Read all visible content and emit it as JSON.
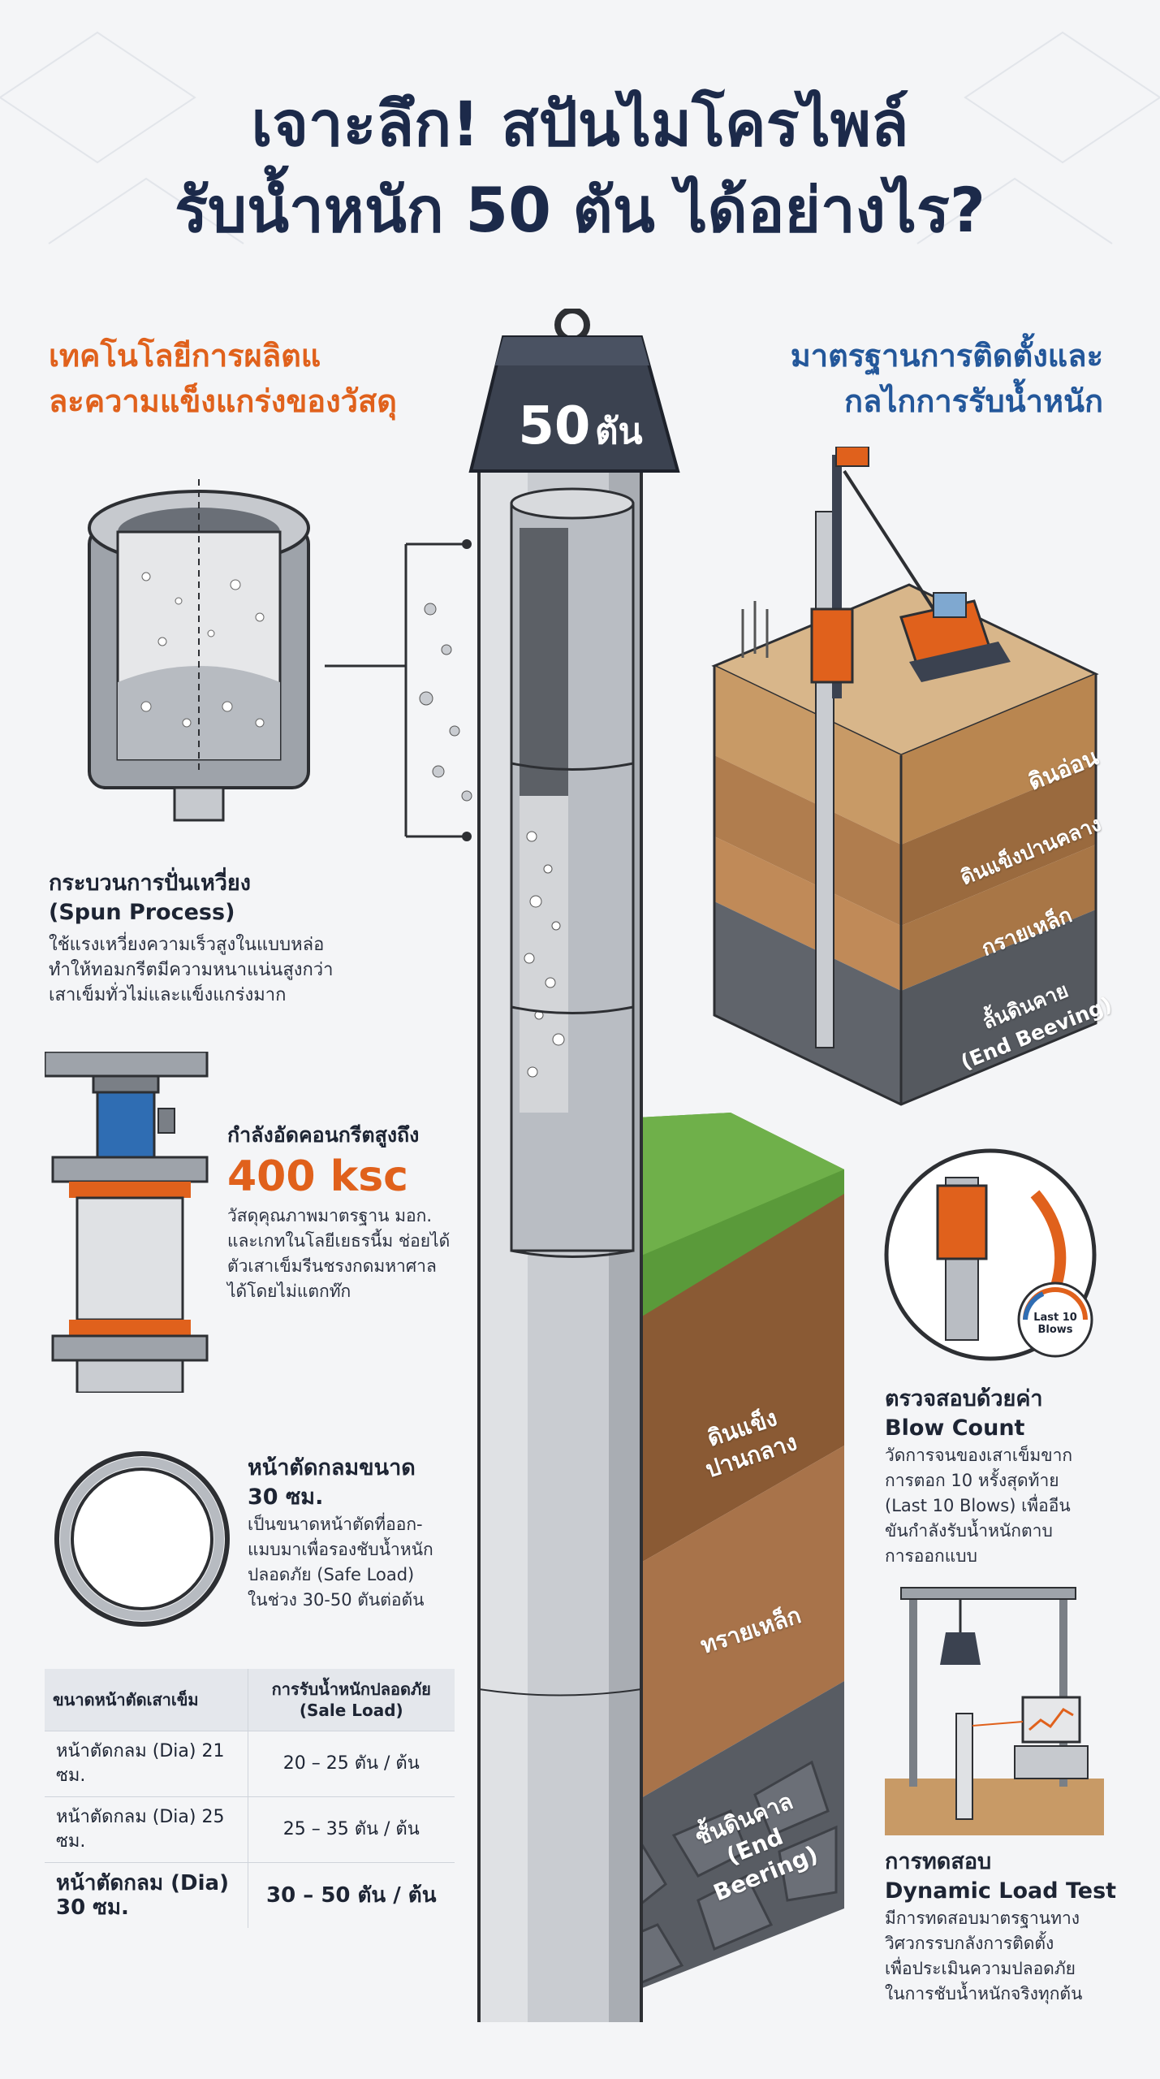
{
  "title": {
    "line1": "เจาะลึก! สปันไมโครไพล์",
    "line2": "รับน้ำหนัก 50 ตัน ได้อย่างไร?"
  },
  "left_heading": {
    "line1": "เทคโนโลยีการผลิตแ",
    "line2": "ละความแข็งแกร่งของวัสดุ"
  },
  "right_heading": {
    "line1": "มาตรฐานการติดตั้งและ",
    "line2": "กลไกการรับน้ำหนัก"
  },
  "weight": {
    "value": "50",
    "unit": "ตัน"
  },
  "spun_process": {
    "title_th": "กระบวนการปั่นเหวี่ยง",
    "title_en": "(Spun Process)",
    "body": [
      "ใช้แรงเหวี่ยงความเร็วสูงในแบบหล่อ",
      "ทำให้ทอมกรีตมีความหนาแน่นสูงกว่า",
      "เสาเข็มทั่วไม่และแข็งแกร่งมาก"
    ]
  },
  "compressive": {
    "title": "กำลังอัดคอนกรีตสูงถึง",
    "value": "400 ksc",
    "body": [
      "วัสดุคุณภาพมาตรฐาน มอก.",
      "และเกทในโลยีเยธรนี้ม ช่อยได้",
      "ตัวเสาเข็มรีนชรงกดมหาศาล",
      "ได้โดยไม่แตกท๊ก"
    ]
  },
  "cross_section": {
    "title1": "หน้าตัดกลมขนาด",
    "title2": "30 ซม.",
    "body": [
      "เป็นขนาดหน้าตัดที่ออก-",
      "แมบมาเพื่อรองชับน้ำหนัก",
      "ปลอดภัย (Safe Load)",
      "ในช่วง 30-50 ตันต่อต้น"
    ]
  },
  "table": {
    "headers": [
      "ขนาดหน้าตัดเสาเข็ม",
      "การรับน้ำหนักปลอดภัย (Sale Load)"
    ],
    "rows": [
      {
        "size": "หน้าตัดกลม (Dia) 21 ซม.",
        "load": "20 – 25 ตัน / ต้น"
      },
      {
        "size": "หน้าตัดกลม (Dia) 25 ซม.",
        "load": "25 – 35 ตัน / ต้น"
      },
      {
        "size": "หน้าตัดกลม (Dia) 30 ซม.",
        "load": "30 – 50 ตัน / ต้น"
      }
    ]
  },
  "soil_block_top": {
    "layer1": "ดินอ่อน",
    "layer2": "ดินแข็งปานคลาง",
    "layer3": "กรายเหล็ก",
    "layer4a": "ลั้นดินคาย",
    "layer4b": "(End Beeving)"
  },
  "soil_block_bottom": {
    "layer1a": "ดินแข็ง",
    "layer1b": "ปานกลาง",
    "layer2": "ทรายเหล็ก",
    "layer3a": "ชั้นดินคาล",
    "layer3b": "(End Beering)"
  },
  "blow_count": {
    "gauge_label1": "Last 10",
    "gauge_label2": "Blows",
    "title_th": "ตรวจสอบด้วยค่า",
    "title_en": "Blow Count",
    "body": [
      "วัดการจนของเสาเข็มขาก",
      "การตอก 10 หรั้งสุดท้าย",
      "(Last 10 Blows) เพื่ออีน",
      "ขันกำลังรับน้ำหนักตาบ",
      "การออกแบบ"
    ]
  },
  "dynamic_test": {
    "title_th": "การทดสอบ",
    "title_en": "Dynamic Load Test",
    "body": [
      "มีการทดสอบมาตรฐานทาง",
      "วิศวกรรบกลังการติดตั้ง",
      "เพื่อประเมินความปลอดภัย",
      "ในการชับน้ำหนักจริงทุกต้น"
    ]
  },
  "colors": {
    "orange": "#e0611c",
    "navy": "#1c2a4a",
    "blue": "#23579a",
    "grass": "#5a9a3a",
    "soil_light": "#b78456",
    "soil_dark": "#8a5a34",
    "rock": "#585c63"
  }
}
